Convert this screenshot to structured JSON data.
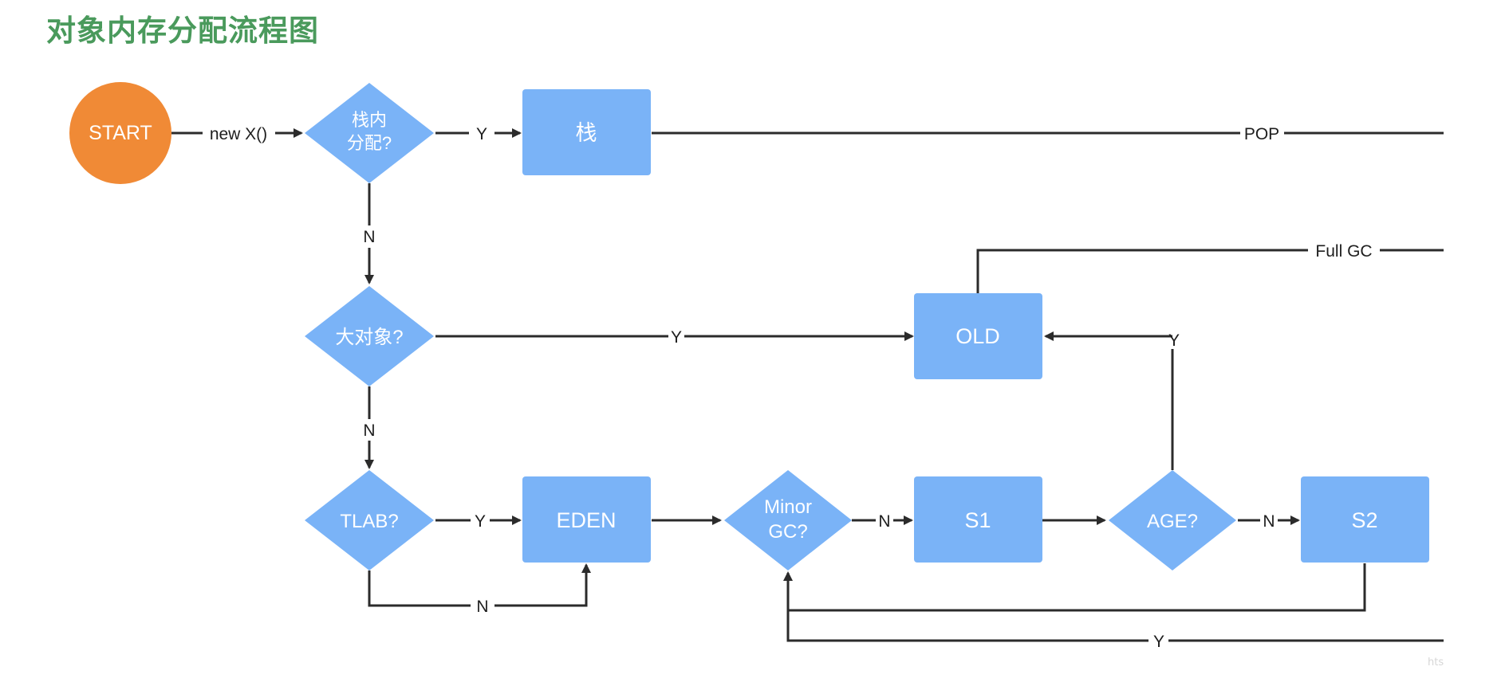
{
  "title": "对象内存分配流程图",
  "colors": {
    "title": "#4a9a5c",
    "start_node": "#f08a36",
    "process_node": "#7ab3f7",
    "edge": "#2b2b2b",
    "node_text": "#ffffff"
  },
  "nodes": {
    "start": "START",
    "stack_decision_line1": "栈内",
    "stack_decision_line2": "分配?",
    "stack": "栈",
    "big_object_decision": "大对象?",
    "old": "OLD",
    "tlab_decision": "TLAB?",
    "eden": "EDEN",
    "minor_gc_line1": "Minor",
    "minor_gc_line2": "GC?",
    "s1": "S1",
    "age_decision": "AGE?",
    "s2": "S2"
  },
  "edge_labels": {
    "new_x": "new X()",
    "stack_yes": "Y",
    "pop": "POP",
    "stack_no": "N",
    "full_gc": "Full GC",
    "big_yes": "Y",
    "age_yes": "Y",
    "big_no": "N",
    "tlab_yes": "Y",
    "tlab_no": "N",
    "minor_no": "N",
    "age_no": "N",
    "loop_yes": "Y"
  },
  "watermark": "hts"
}
